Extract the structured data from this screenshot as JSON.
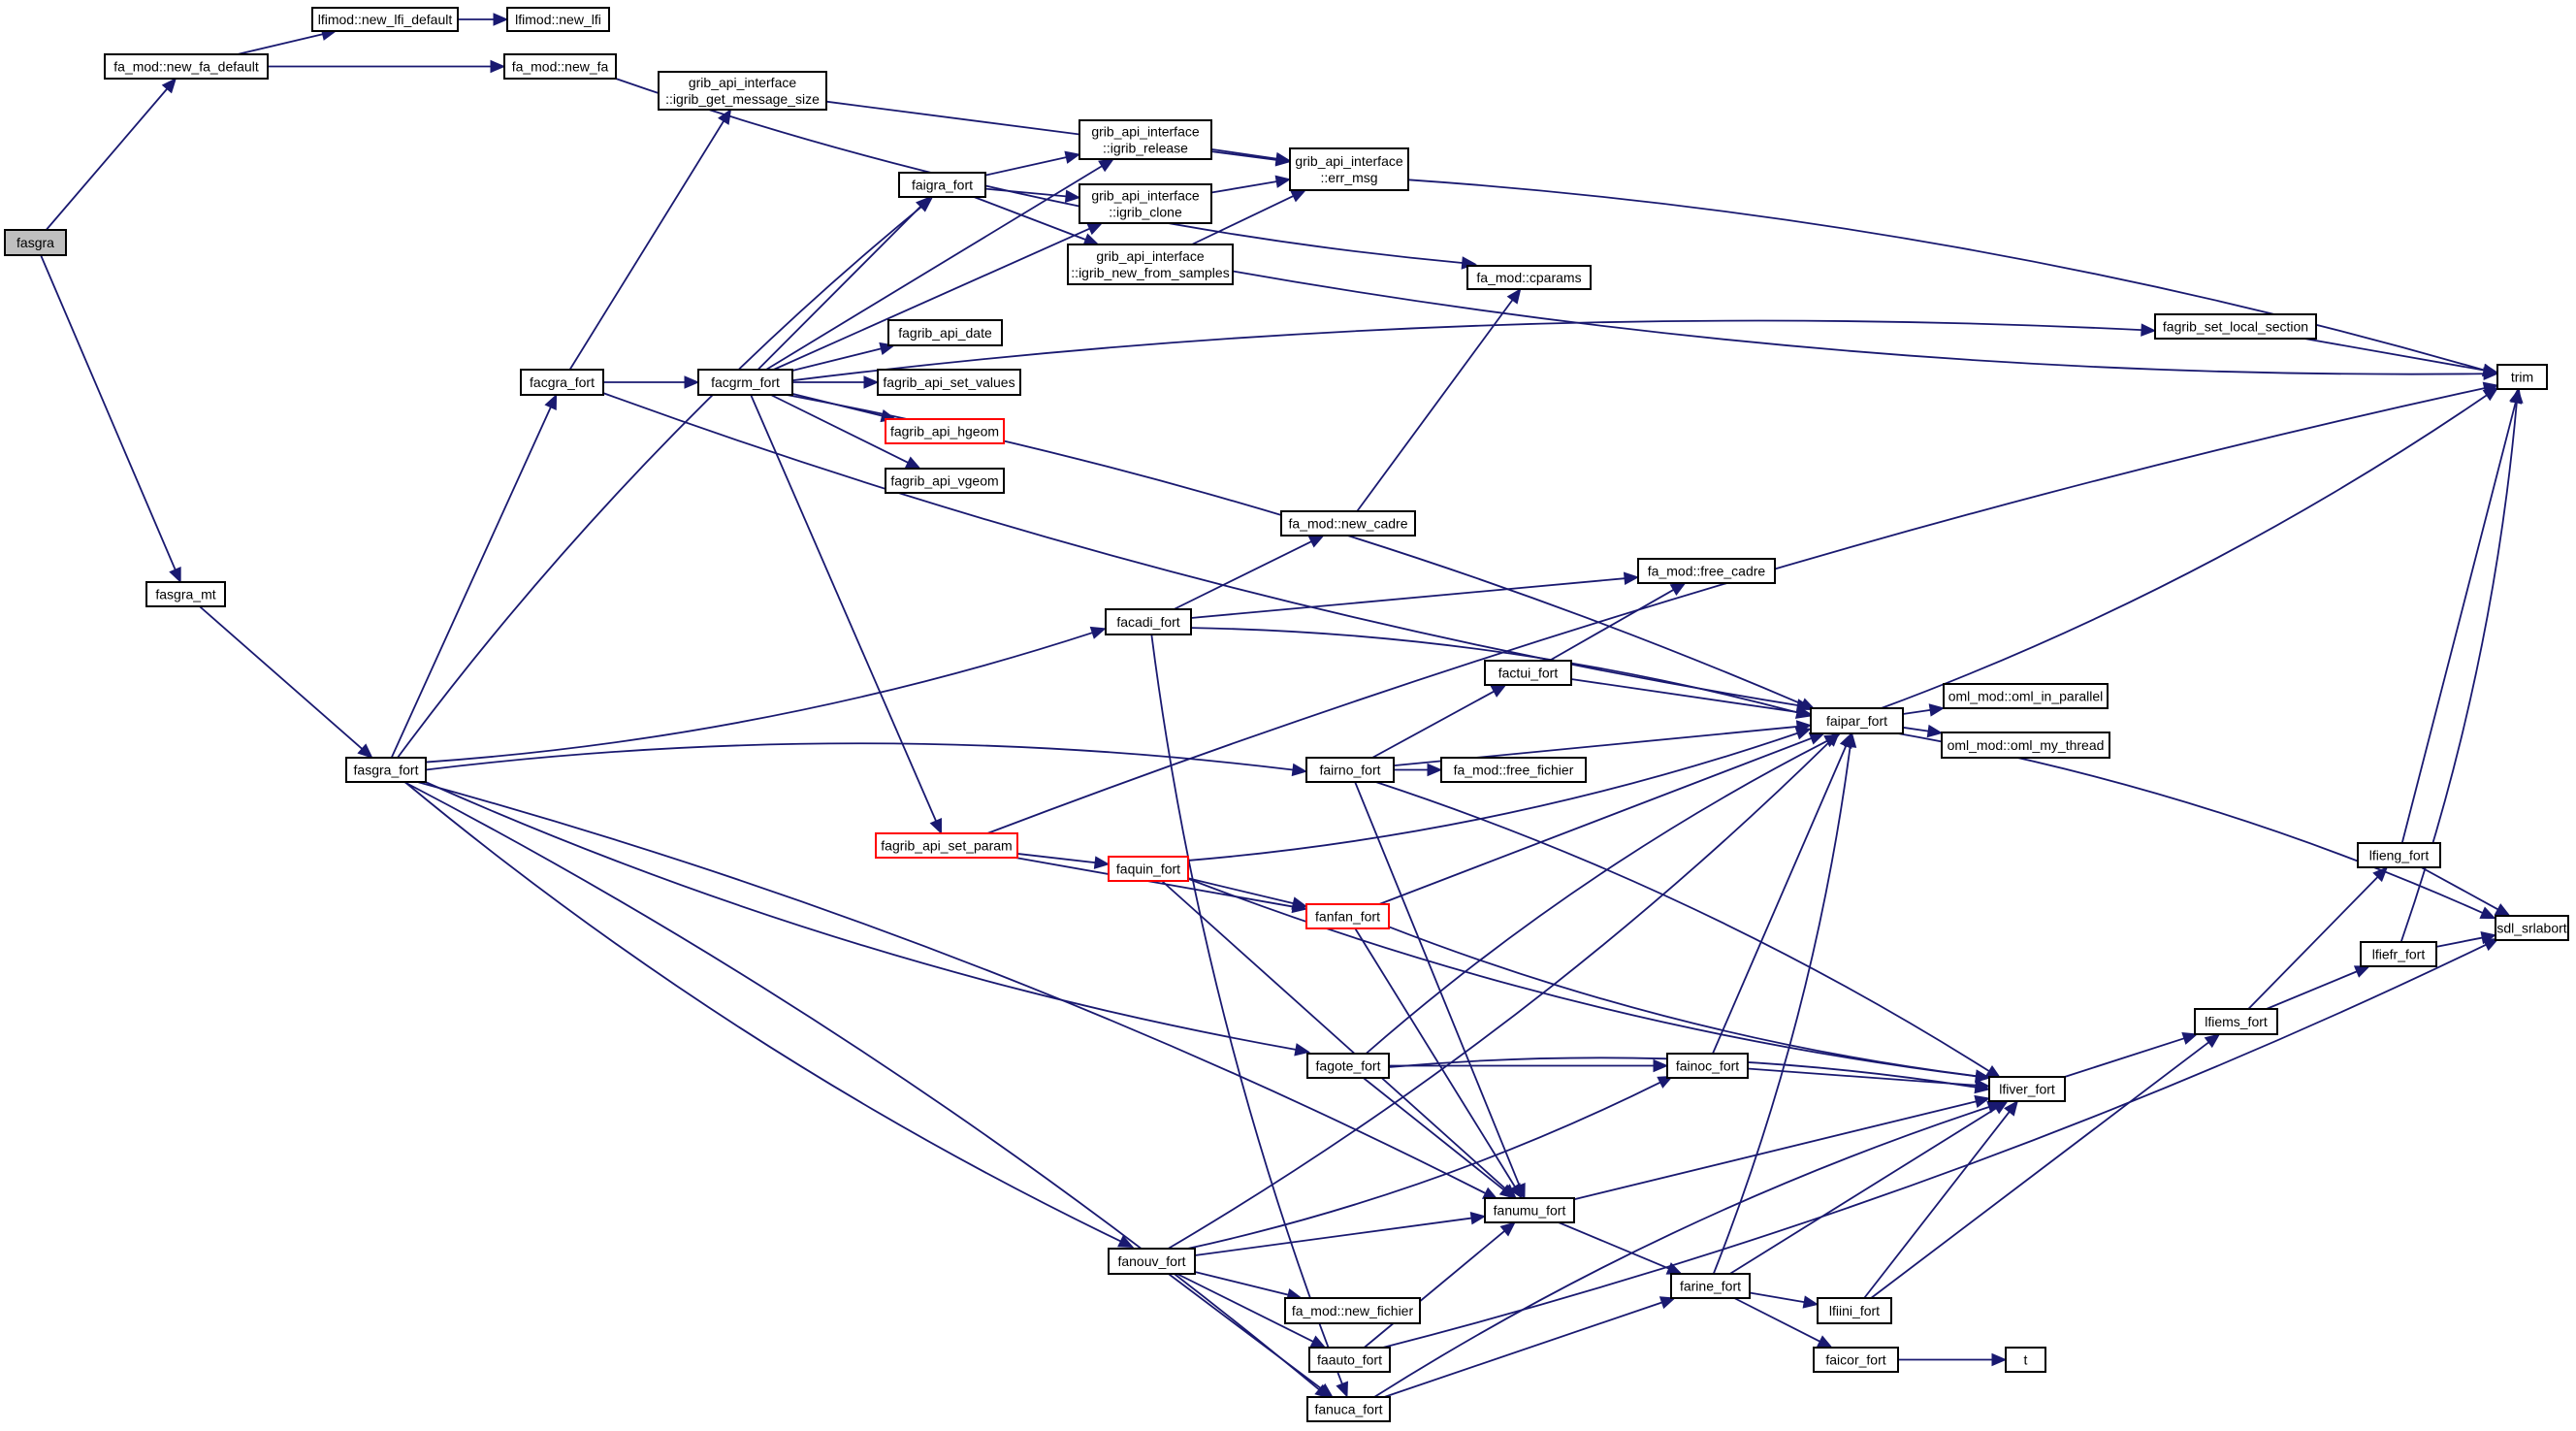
{
  "diagram": {
    "type": "call-graph",
    "root": "fasgra",
    "colors": {
      "edge": "#191970",
      "root_fill": "#bfbfbf",
      "undocumented_border": "#ff0000",
      "node_border": "#000000"
    },
    "nodes": [
      {
        "id": "fasgra",
        "lines": [
          "fasgra"
        ],
        "kind": "root"
      },
      {
        "id": "new_fa_default",
        "lines": [
          "fa_mod::new_fa_default"
        ]
      },
      {
        "id": "new_lfi_default",
        "lines": [
          "lfimod::new_lfi_default"
        ]
      },
      {
        "id": "new_lfi",
        "lines": [
          "lfimod::new_lfi"
        ]
      },
      {
        "id": "new_fa",
        "lines": [
          "fa_mod::new_fa"
        ]
      },
      {
        "id": "igrib_get_message_size",
        "lines": [
          "grib_api_interface",
          "::igrib_get_message_size"
        ]
      },
      {
        "id": "faigra_fort",
        "lines": [
          "faigra_fort"
        ]
      },
      {
        "id": "igrib_release",
        "lines": [
          "grib_api_interface",
          "::igrib_release"
        ]
      },
      {
        "id": "igrib_clone",
        "lines": [
          "grib_api_interface",
          "::igrib_clone"
        ]
      },
      {
        "id": "igrib_new_from_samples",
        "lines": [
          "grib_api_interface",
          "::igrib_new_from_samples"
        ]
      },
      {
        "id": "err_msg",
        "lines": [
          "grib_api_interface",
          "::err_msg"
        ]
      },
      {
        "id": "cparams",
        "lines": [
          "fa_mod::cparams"
        ]
      },
      {
        "id": "facgra_fort",
        "lines": [
          "facgra_fort"
        ]
      },
      {
        "id": "facgrm_fort",
        "lines": [
          "facgrm_fort"
        ]
      },
      {
        "id": "fagrib_api_date",
        "lines": [
          "fagrib_api_date"
        ]
      },
      {
        "id": "fagrib_api_set_values",
        "lines": [
          "fagrib_api_set_values"
        ]
      },
      {
        "id": "fagrib_api_hgeom",
        "lines": [
          "fagrib_api_hgeom"
        ],
        "kind": "undoc"
      },
      {
        "id": "fagrib_api_vgeom",
        "lines": [
          "fagrib_api_vgeom"
        ]
      },
      {
        "id": "fagrib_set_local_section",
        "lines": [
          "fagrib_set_local_section"
        ]
      },
      {
        "id": "trim",
        "lines": [
          "trim"
        ]
      },
      {
        "id": "new_cadre",
        "lines": [
          "fa_mod::new_cadre"
        ]
      },
      {
        "id": "free_cadre",
        "lines": [
          "fa_mod::free_cadre"
        ]
      },
      {
        "id": "facadi_fort",
        "lines": [
          "facadi_fort"
        ]
      },
      {
        "id": "factui_fort",
        "lines": [
          "factui_fort"
        ]
      },
      {
        "id": "faipar_fort",
        "lines": [
          "faipar_fort"
        ]
      },
      {
        "id": "oml_in_parallel",
        "lines": [
          "oml_mod::oml_in_parallel"
        ]
      },
      {
        "id": "oml_my_thread",
        "lines": [
          "oml_mod::oml_my_thread"
        ]
      },
      {
        "id": "fairno_fort",
        "lines": [
          "fairno_fort"
        ]
      },
      {
        "id": "free_fichier",
        "lines": [
          "fa_mod::free_fichier"
        ]
      },
      {
        "id": "fasgra_mt",
        "lines": [
          "fasgra_mt"
        ]
      },
      {
        "id": "fasgra_fort",
        "lines": [
          "fasgra_fort"
        ]
      },
      {
        "id": "fagrib_api_set_param",
        "lines": [
          "fagrib_api_set_param"
        ],
        "kind": "undoc"
      },
      {
        "id": "faquin_fort",
        "lines": [
          "faquin_fort"
        ],
        "kind": "undoc"
      },
      {
        "id": "fanfan_fort",
        "lines": [
          "fanfan_fort"
        ],
        "kind": "undoc"
      },
      {
        "id": "fagote_fort",
        "lines": [
          "fagote_fort"
        ]
      },
      {
        "id": "fainoc_fort",
        "lines": [
          "fainoc_fort"
        ]
      },
      {
        "id": "lfiver_fort",
        "lines": [
          "lfiver_fort"
        ]
      },
      {
        "id": "lfiems_fort",
        "lines": [
          "lfiems_fort"
        ]
      },
      {
        "id": "lfieng_fort",
        "lines": [
          "lfieng_fort"
        ]
      },
      {
        "id": "lfiefr_fort",
        "lines": [
          "lfiefr_fort"
        ]
      },
      {
        "id": "sdl_srlabort",
        "lines": [
          "sdl_srlabort"
        ]
      },
      {
        "id": "fanumu_fort",
        "lines": [
          "fanumu_fort"
        ]
      },
      {
        "id": "fanouv_fort",
        "lines": [
          "fanouv_fort"
        ]
      },
      {
        "id": "new_fichier",
        "lines": [
          "fa_mod::new_fichier"
        ]
      },
      {
        "id": "farine_fort",
        "lines": [
          "farine_fort"
        ]
      },
      {
        "id": "lfiini_fort",
        "lines": [
          "lfiini_fort"
        ]
      },
      {
        "id": "faicor_fort",
        "lines": [
          "faicor_fort"
        ]
      },
      {
        "id": "t",
        "lines": [
          "t"
        ]
      },
      {
        "id": "faauto_fort",
        "lines": [
          "faauto_fort"
        ]
      },
      {
        "id": "fanuca_fort",
        "lines": [
          "fanuca_fort"
        ]
      }
    ],
    "edges": [
      [
        "fasgra",
        "new_fa_default"
      ],
      [
        "fasgra",
        "fasgra_mt"
      ],
      [
        "new_fa_default",
        "new_lfi_default"
      ],
      [
        "new_fa_default",
        "new_fa"
      ],
      [
        "new_lfi_default",
        "new_lfi"
      ],
      [
        "new_fa",
        "cparams"
      ],
      [
        "fasgra_mt",
        "fasgra_fort"
      ],
      [
        "fasgra_fort",
        "facgra_fort"
      ],
      [
        "fasgra_fort",
        "faigra_fort"
      ],
      [
        "fasgra_fort",
        "facadi_fort"
      ],
      [
        "fasgra_fort",
        "fairno_fort"
      ],
      [
        "fasgra_fort",
        "fagote_fort"
      ],
      [
        "fasgra_fort",
        "fanumu_fort"
      ],
      [
        "fasgra_fort",
        "fanouv_fort"
      ],
      [
        "fasgra_fort",
        "fanuca_fort"
      ],
      [
        "facgra_fort",
        "igrib_get_message_size"
      ],
      [
        "facgra_fort",
        "facgrm_fort"
      ],
      [
        "facgra_fort",
        "faipar_fort"
      ],
      [
        "igrib_get_message_size",
        "err_msg"
      ],
      [
        "faigra_fort",
        "igrib_release"
      ],
      [
        "faigra_fort",
        "igrib_clone"
      ],
      [
        "faigra_fort",
        "igrib_new_from_samples"
      ],
      [
        "igrib_release",
        "err_msg"
      ],
      [
        "igrib_clone",
        "err_msg"
      ],
      [
        "igrib_new_from_samples",
        "err_msg"
      ],
      [
        "igrib_new_from_samples",
        "trim"
      ],
      [
        "err_msg",
        "trim"
      ],
      [
        "facgrm_fort",
        "faigra_fort"
      ],
      [
        "facgrm_fort",
        "igrib_release"
      ],
      [
        "facgrm_fort",
        "igrib_clone"
      ],
      [
        "facgrm_fort",
        "fagrib_api_date"
      ],
      [
        "facgrm_fort",
        "fagrib_api_set_values"
      ],
      [
        "facgrm_fort",
        "fagrib_api_hgeom"
      ],
      [
        "facgrm_fort",
        "fagrib_api_vgeom"
      ],
      [
        "facgrm_fort",
        "fagrib_set_local_section"
      ],
      [
        "facgrm_fort",
        "fagrib_api_set_param"
      ],
      [
        "facgrm_fort",
        "faipar_fort"
      ],
      [
        "fagrib_set_local_section",
        "trim"
      ],
      [
        "fagrib_api_set_param",
        "trim"
      ],
      [
        "fagrib_api_set_param",
        "faquin_fort"
      ],
      [
        "fagrib_api_set_param",
        "fanfan_fort"
      ],
      [
        "new_cadre",
        "cparams"
      ],
      [
        "facadi_fort",
        "new_cadre"
      ],
      [
        "facadi_fort",
        "free_cadre"
      ],
      [
        "facadi_fort",
        "faipar_fort"
      ],
      [
        "facadi_fort",
        "fanuca_fort"
      ],
      [
        "factui_fort",
        "free_cadre"
      ],
      [
        "factui_fort",
        "faipar_fort"
      ],
      [
        "fairno_fort",
        "factui_fort"
      ],
      [
        "fairno_fort",
        "faipar_fort"
      ],
      [
        "fairno_fort",
        "free_fichier"
      ],
      [
        "fairno_fort",
        "fanumu_fort"
      ],
      [
        "fairno_fort",
        "lfiver_fort"
      ],
      [
        "faipar_fort",
        "trim"
      ],
      [
        "faipar_fort",
        "oml_in_parallel"
      ],
      [
        "faipar_fort",
        "oml_my_thread"
      ],
      [
        "faipar_fort",
        "sdl_srlabort"
      ],
      [
        "faquin_fort",
        "faipar_fort"
      ],
      [
        "faquin_fort",
        "fanfan_fort"
      ],
      [
        "faquin_fort",
        "lfiver_fort"
      ],
      [
        "faquin_fort",
        "fanumu_fort"
      ],
      [
        "fanfan_fort",
        "faipar_fort"
      ],
      [
        "fanfan_fort",
        "fanumu_fort"
      ],
      [
        "fanfan_fort",
        "lfiver_fort"
      ],
      [
        "fagote_fort",
        "faipar_fort"
      ],
      [
        "fagote_fort",
        "fainoc_fort"
      ],
      [
        "fagote_fort",
        "lfiver_fort"
      ],
      [
        "fagote_fort",
        "fanumu_fort"
      ],
      [
        "fainoc_fort",
        "faipar_fort"
      ],
      [
        "fainoc_fort",
        "lfiver_fort"
      ],
      [
        "lfiver_fort",
        "lfiems_fort"
      ],
      [
        "lfiems_fort",
        "lfieng_fort"
      ],
      [
        "lfiems_fort",
        "lfiefr_fort"
      ],
      [
        "lfieng_fort",
        "trim"
      ],
      [
        "lfieng_fort",
        "sdl_srlabort"
      ],
      [
        "lfiefr_fort",
        "trim"
      ],
      [
        "lfiefr_fort",
        "sdl_srlabort"
      ],
      [
        "fanumu_fort",
        "lfiver_fort"
      ],
      [
        "fanumu_fort",
        "farine_fort"
      ],
      [
        "fanouv_fort",
        "faipar_fort"
      ],
      [
        "fanouv_fort",
        "fanumu_fort"
      ],
      [
        "fanouv_fort",
        "fainoc_fort"
      ],
      [
        "fanouv_fort",
        "new_fichier"
      ],
      [
        "fanouv_fort",
        "faauto_fort"
      ],
      [
        "fanouv_fort",
        "fanuca_fort"
      ],
      [
        "farine_fort",
        "faipar_fort"
      ],
      [
        "farine_fort",
        "lfiver_fort"
      ],
      [
        "farine_fort",
        "lfiini_fort"
      ],
      [
        "farine_fort",
        "faicor_fort"
      ],
      [
        "lfiini_fort",
        "lfiver_fort"
      ],
      [
        "lfiini_fort",
        "lfiems_fort"
      ],
      [
        "faicor_fort",
        "t"
      ],
      [
        "faauto_fort",
        "fanumu_fort"
      ],
      [
        "faauto_fort",
        "sdl_srlabort"
      ],
      [
        "fanuca_fort",
        "lfiver_fort"
      ],
      [
        "fanuca_fort",
        "farine_fort"
      ]
    ]
  }
}
